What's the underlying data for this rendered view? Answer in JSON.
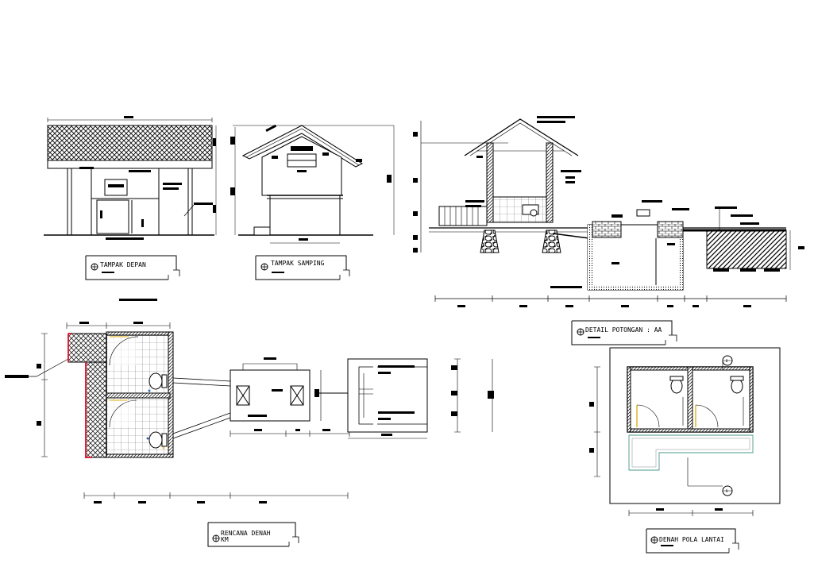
{
  "drawing": {
    "titles": {
      "front": "TAMPAK DEPAN",
      "side": "TAMPAK SAMPING",
      "section": "DETAIL POTONGAN : AA",
      "plan_line1": "RENCANA DENAH",
      "plan_line2": "KM",
      "floor": "DENAH POLA LANTAI"
    },
    "floor_markers": {
      "top": "B",
      "bottom": "B"
    },
    "colors": {
      "line": "#000000",
      "roof_hatch": "#1a1a1a",
      "brick_red": "#e0203a",
      "door_yellow": "#e8c860",
      "floor_teal": "#4a9a8a",
      "tile_gray": "#8a8a8a",
      "fixture_blue": "#3a6ac8"
    }
  }
}
